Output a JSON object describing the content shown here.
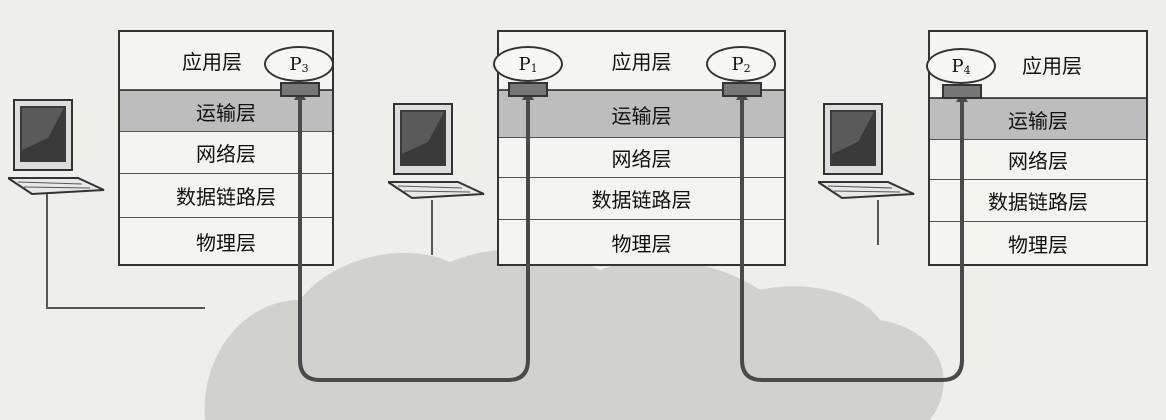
{
  "hosts": [
    {
      "layers": [
        "应用层",
        "运输层",
        "网络层",
        "数据链路层",
        "物理层"
      ],
      "processes": [
        {
          "name": "P",
          "sub": "3"
        }
      ]
    },
    {
      "layers": [
        "应用层",
        "运输层",
        "网络层",
        "数据链路层",
        "物理层"
      ],
      "processes": [
        {
          "name": "P",
          "sub": "1"
        },
        {
          "name": "P",
          "sub": "2"
        }
      ]
    },
    {
      "layers": [
        "应用层",
        "运输层",
        "网络层",
        "数据链路层",
        "物理层"
      ],
      "processes": [
        {
          "name": "P",
          "sub": "4"
        }
      ]
    }
  ],
  "colors": {
    "wire": "#4a4a4a",
    "transport_layer": "#bdbdbd",
    "cloud": "#c9c9c5",
    "background": "#eeeeea"
  },
  "icons": [
    "computer-icon",
    "computer-icon",
    "computer-icon"
  ]
}
